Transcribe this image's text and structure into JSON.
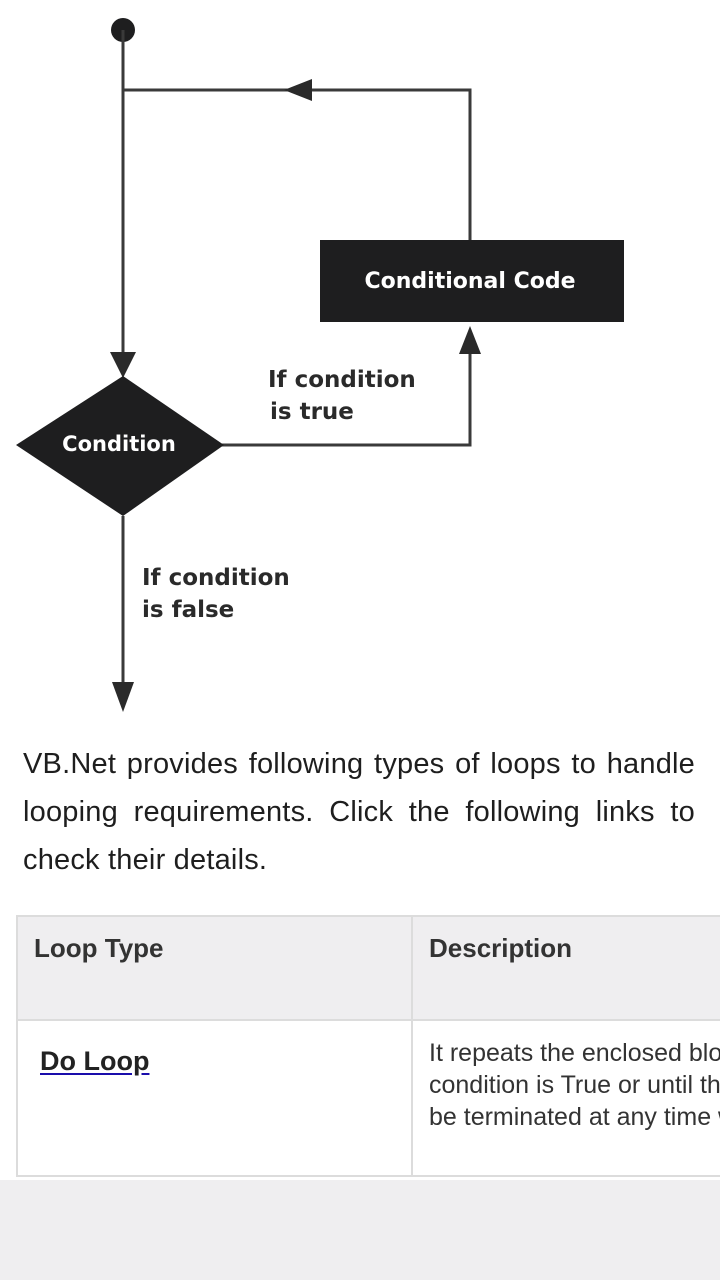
{
  "diagram": {
    "box_label": "Conditional Code",
    "condition_label": "Condition",
    "true_label_line1": "If condition",
    "true_label_line2": "is true",
    "false_label_line1": "If condition",
    "false_label_line2": "is false"
  },
  "intro_text": "VB.Net provides following types of loops to handle looping requirements. Click the following links to check their details.",
  "table": {
    "headers": [
      "Loop Type",
      "Description"
    ],
    "rows": [
      {
        "loop_type": "Do Loop",
        "description_lines": [
          "It repeats the enclosed block of statements while a Boolean",
          "condition is True or until the condition becomes True. It could",
          "be terminated at any time with the Exit Do statement."
        ]
      }
    ]
  },
  "colors": {
    "diagram_fill": "#1e1e1f",
    "header_bg": "#efeef0",
    "border": "#dcdcdc",
    "link_underline": "#1a0dab"
  }
}
